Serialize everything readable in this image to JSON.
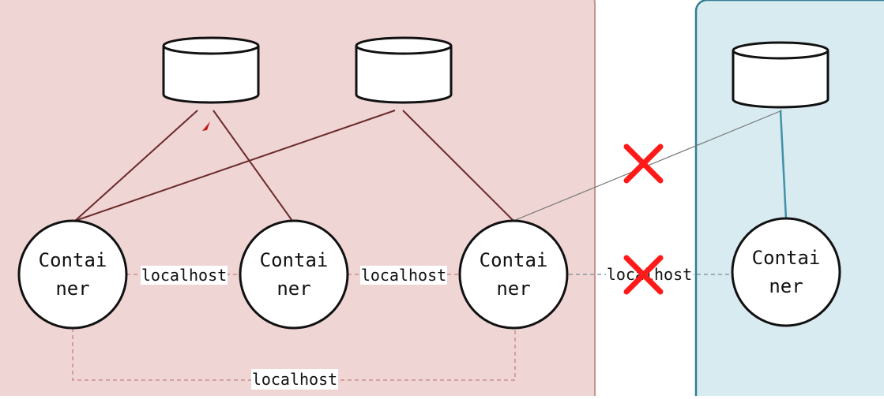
{
  "diagram": {
    "nodes": {
      "container_label_line1": "Contai",
      "container_label_line2": "ner"
    },
    "edges": {
      "localhost_label": "localhost",
      "blocked_label": "localhost"
    },
    "colors": {
      "pod_left_fill": "#f0d5d5",
      "pod_left_stroke": "#c8928f",
      "pod_right_fill": "#d8ebf0",
      "pod_right_stroke": "#2f7f94",
      "db_link": "#6b2b2b",
      "db_link_right": "#3f92a8",
      "dashed_link": "#c98e8e",
      "cross": "#ff1a1a"
    },
    "icons": [
      "storage-cylinder-icon",
      "blocked-cross-icon"
    ]
  }
}
